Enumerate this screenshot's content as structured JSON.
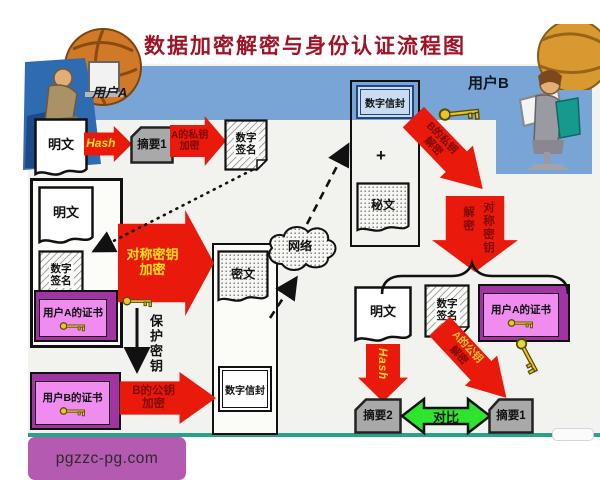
{
  "title": "数据加密解密与身份认证流程图",
  "users": {
    "a": "用户A",
    "b": "用户B"
  },
  "labels": {
    "plaintext": "明文",
    "hash": "Hash",
    "digest1": "摘要1",
    "digest2": "摘要2",
    "signature_l1": "数字",
    "signature_l2": "签名",
    "digital_envelope": "数字信封",
    "ciphertext": "密文",
    "secret_text": "秘文",
    "network": "网络",
    "plus": "+",
    "compare": "对比",
    "cert_a": "用户A的证书",
    "cert_b": "用户B的证书",
    "protect_key": "保护密钥",
    "a_private_l1": "A的私钥",
    "a_private_l2": "加密",
    "symmetric_encrypt_l1": "对称密钥",
    "symmetric_encrypt_l2": "加密",
    "b_public_l1": "B的公钥",
    "b_public_l2": "加密",
    "b_private_l1": "B的私钥",
    "b_private_l2": "解密",
    "symmetric_decrypt_l1": "对称密钥",
    "symmetric_decrypt_l2": "解密",
    "a_public_l1": "A的公钥",
    "a_public_l2": "解密"
  },
  "watermark": "pgzzc-pg.com",
  "icons": {
    "key": "gold-key-icon",
    "globe": "globe-icon",
    "network": "cloud-icon",
    "person": "person-at-computer-icon"
  },
  "colors": {
    "arrow_red": "#e9190b",
    "banner_blue": "#78a4d6",
    "cert_pink": "#f08cf0",
    "compare_green": "#2ce52c",
    "teal_line": "#2aa18b",
    "title_red": "#a01226",
    "watermark_purple": "#b45ab1",
    "yellow_text": "#ffe11c",
    "maroon_text": "#7e0c08"
  }
}
